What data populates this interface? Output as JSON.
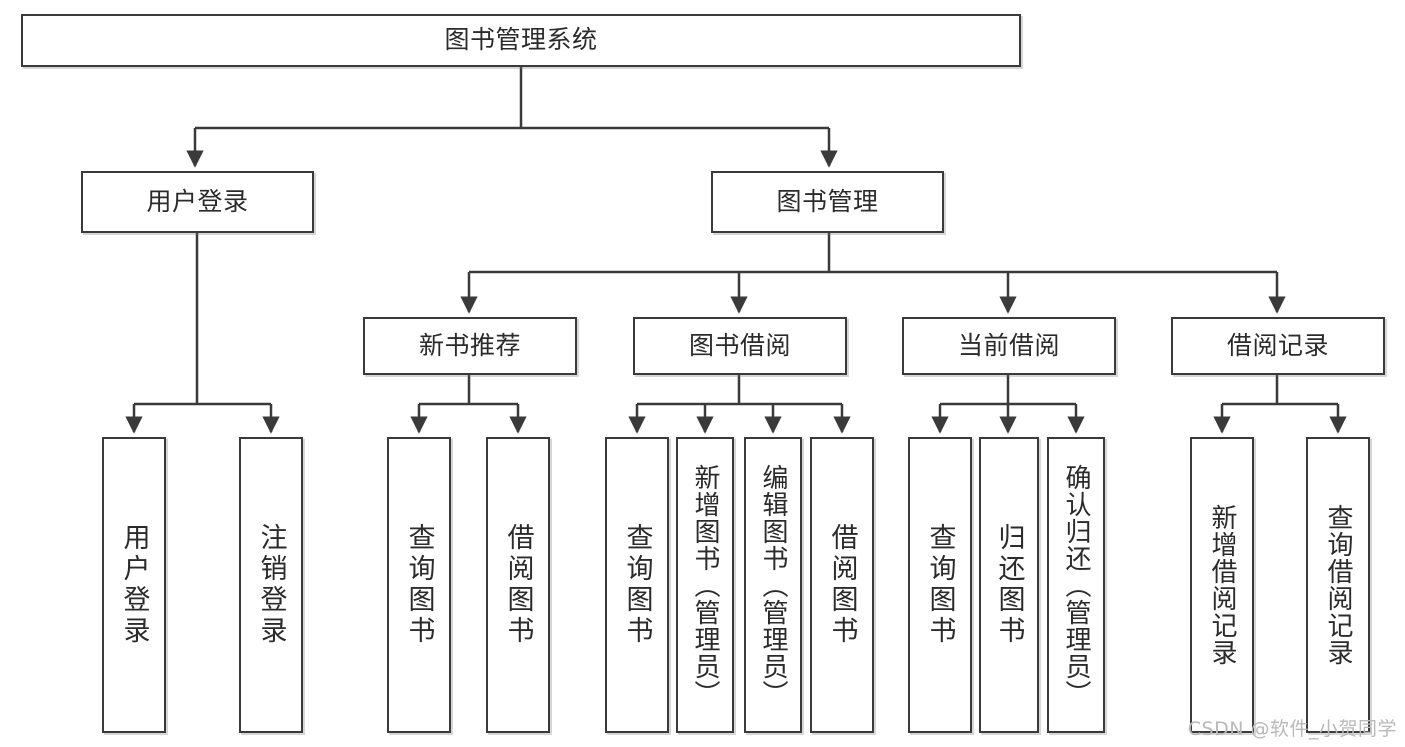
{
  "diagram": {
    "title": "图书管理系统",
    "watermark": "CSDN @软件_小贺同学",
    "stroke_color": "#3a3a3a",
    "text_color": "#2b2b2b",
    "background_color": "#ffffff",
    "nodes": {
      "root": {
        "label": "图书管理系统"
      },
      "level2": [
        {
          "id": "user-login",
          "label": "用户登录"
        },
        {
          "id": "book-manage",
          "label": "图书管理"
        }
      ],
      "level3": [
        {
          "id": "new-book-recommend",
          "label": "新书推荐"
        },
        {
          "id": "book-borrow",
          "label": "图书借阅"
        },
        {
          "id": "current-borrow",
          "label": "当前借阅"
        },
        {
          "id": "borrow-record",
          "label": "借阅记录"
        }
      ],
      "leaves": [
        {
          "id": "leaf-user-login",
          "label": "用户登录",
          "parent": "user-login"
        },
        {
          "id": "leaf-logout",
          "label": "注销登录",
          "parent": "user-login"
        },
        {
          "id": "leaf-query-book-1",
          "label": "查询图书",
          "parent": "new-book-recommend"
        },
        {
          "id": "leaf-borrow-book-1",
          "label": "借阅图书",
          "parent": "new-book-recommend"
        },
        {
          "id": "leaf-query-book-2",
          "label": "查询图书",
          "parent": "book-borrow"
        },
        {
          "id": "leaf-add-book",
          "label": "新增图书（管理员）",
          "parent": "book-borrow"
        },
        {
          "id": "leaf-edit-book",
          "label": "编辑图书（管理员）",
          "parent": "book-borrow"
        },
        {
          "id": "leaf-borrow-book-2",
          "label": "借阅图书",
          "parent": "book-borrow"
        },
        {
          "id": "leaf-query-book-3",
          "label": "查询图书",
          "parent": "current-borrow"
        },
        {
          "id": "leaf-return-book",
          "label": "归还图书",
          "parent": "current-borrow"
        },
        {
          "id": "leaf-confirm-return",
          "label": "确认归还（管理员）",
          "parent": "current-borrow"
        },
        {
          "id": "leaf-add-record",
          "label": "新增借阅记录",
          "parent": "borrow-record"
        },
        {
          "id": "leaf-query-record",
          "label": "查询借阅记录",
          "parent": "borrow-record"
        }
      ]
    }
  }
}
